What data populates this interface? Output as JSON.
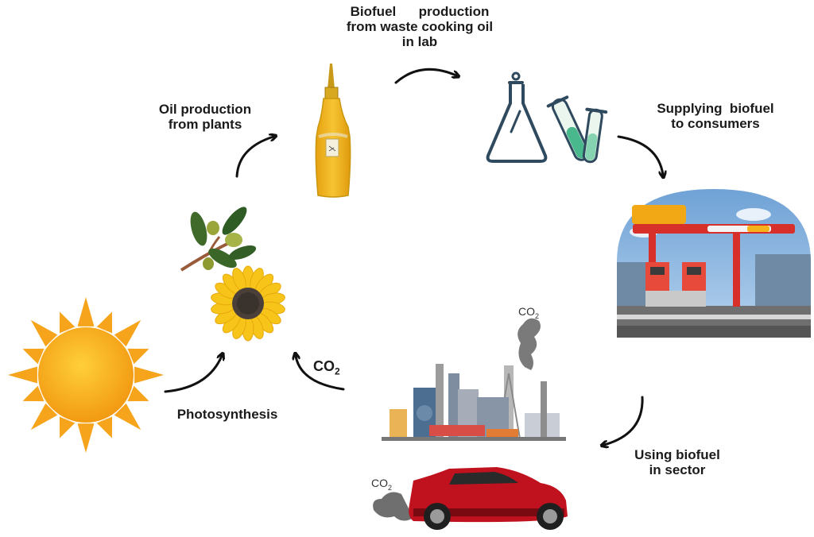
{
  "labels": {
    "biofuel_lab": [
      "Biofuel      production",
      "from waste cooking oil",
      "in lab"
    ],
    "oil_production": [
      "Oil production",
      "from plants"
    ],
    "supplying": [
      "Supplying  biofuel",
      "to consumers"
    ],
    "using": [
      "Using biofuel",
      "in sector"
    ],
    "photosynthesis": "Photosynthesis",
    "co2_main": "CO",
    "co2_sub": "2",
    "co2_factory": "CO",
    "co2_car": "CO"
  },
  "icons": [
    "sun-icon",
    "sunflower-icon",
    "olive-branch-icon",
    "oil-bottle-icon",
    "flask-icon",
    "test-tube-icon",
    "gas-station-icon",
    "factory-icon",
    "car-icon"
  ],
  "colors": {
    "arrow": "#111111",
    "sun": "#f7a21b",
    "oil": "#f2b618",
    "car": "#c0121e",
    "station_red": "#d7302a",
    "sky": "#8db7dd"
  }
}
